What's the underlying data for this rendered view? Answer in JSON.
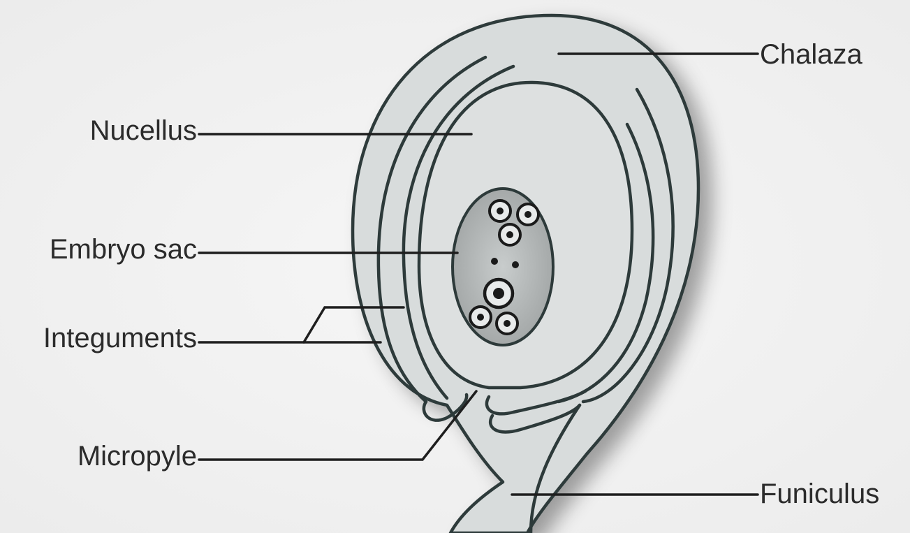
{
  "diagram": {
    "labels": {
      "chalaza": "Chalaza",
      "nucellus": "Nucellus",
      "embryo_sac": "Embryo sac",
      "integuments": "Integuments",
      "micropyle": "Micropyle",
      "funiculus": "Funiculus"
    },
    "colors": {
      "background": "#f2f2f2",
      "ovule_fill": "#d8dcdc",
      "outline": "#2d3a3a",
      "embryo_sac_fill": "#a9adad",
      "leader": "#1e1e1e",
      "label_text": "#2b2b2b"
    }
  }
}
